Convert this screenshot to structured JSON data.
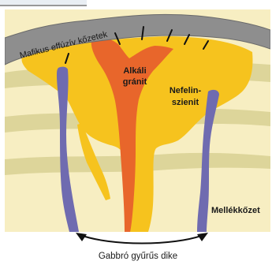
{
  "labels": {
    "mafic_effusive": "Mafikus effúzív kőzetek",
    "alkali_granite_line1": "Alkáli",
    "alkali_granite_line2": "gránit",
    "nepheline_syenite_line1": "Nefelin-",
    "nepheline_syenite_line2": "szienit",
    "host_rock": "Mellékkőzet",
    "gabbro_ring_dike": "Gabbró gyűrűs dike"
  },
  "colors": {
    "host_rock": "#f7eec2",
    "host_rock_band": "#ddd59a",
    "mafic_cover": "#8e8e8e",
    "nepheline_syenite": "#f6c31e",
    "alkali_granite": "#e8662b",
    "gabbro_dike": "#6f6bb0"
  }
}
